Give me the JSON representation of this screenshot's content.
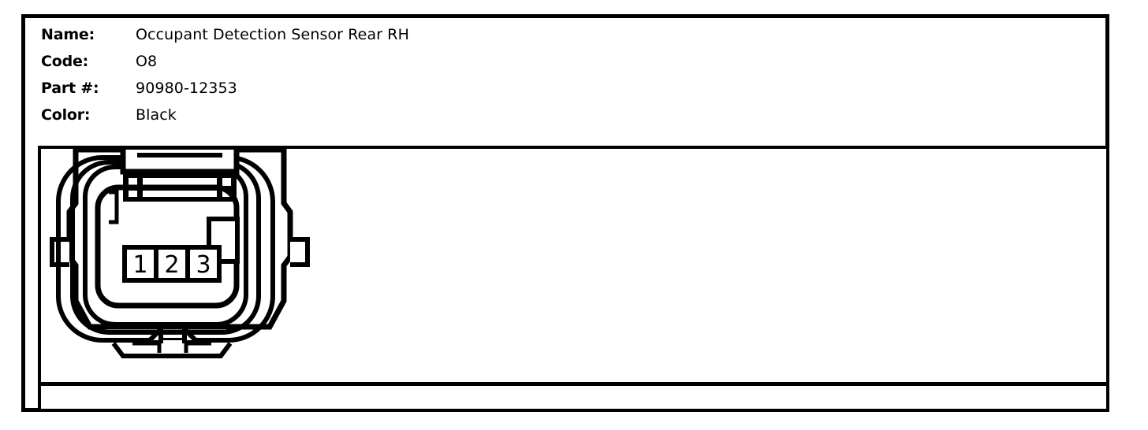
{
  "panel": {
    "title": "connector-spec-card"
  },
  "spec": {
    "rows": [
      {
        "label": "Name:",
        "value": "Occupant Detection Sensor Rear RH"
      },
      {
        "label": "Code:",
        "value": "O8"
      },
      {
        "label": "Part #:",
        "value": "90980-12353"
      },
      {
        "label": "Color:",
        "value": "Black"
      }
    ]
  },
  "connector": {
    "diagram_name": "3-pin-sealed-connector-face-view",
    "pin_count": 3,
    "pins": [
      {
        "number": "1"
      },
      {
        "number": "2"
      },
      {
        "number": "3"
      }
    ],
    "features": {
      "latch": "top-latch",
      "keyway": "right-polarizing-key",
      "side_tabs": "left-and-right",
      "bottom_tab": "center-bottom-notch"
    }
  },
  "colors": {
    "line": "#000000",
    "background": "#ffffff",
    "text": "#000000"
  }
}
